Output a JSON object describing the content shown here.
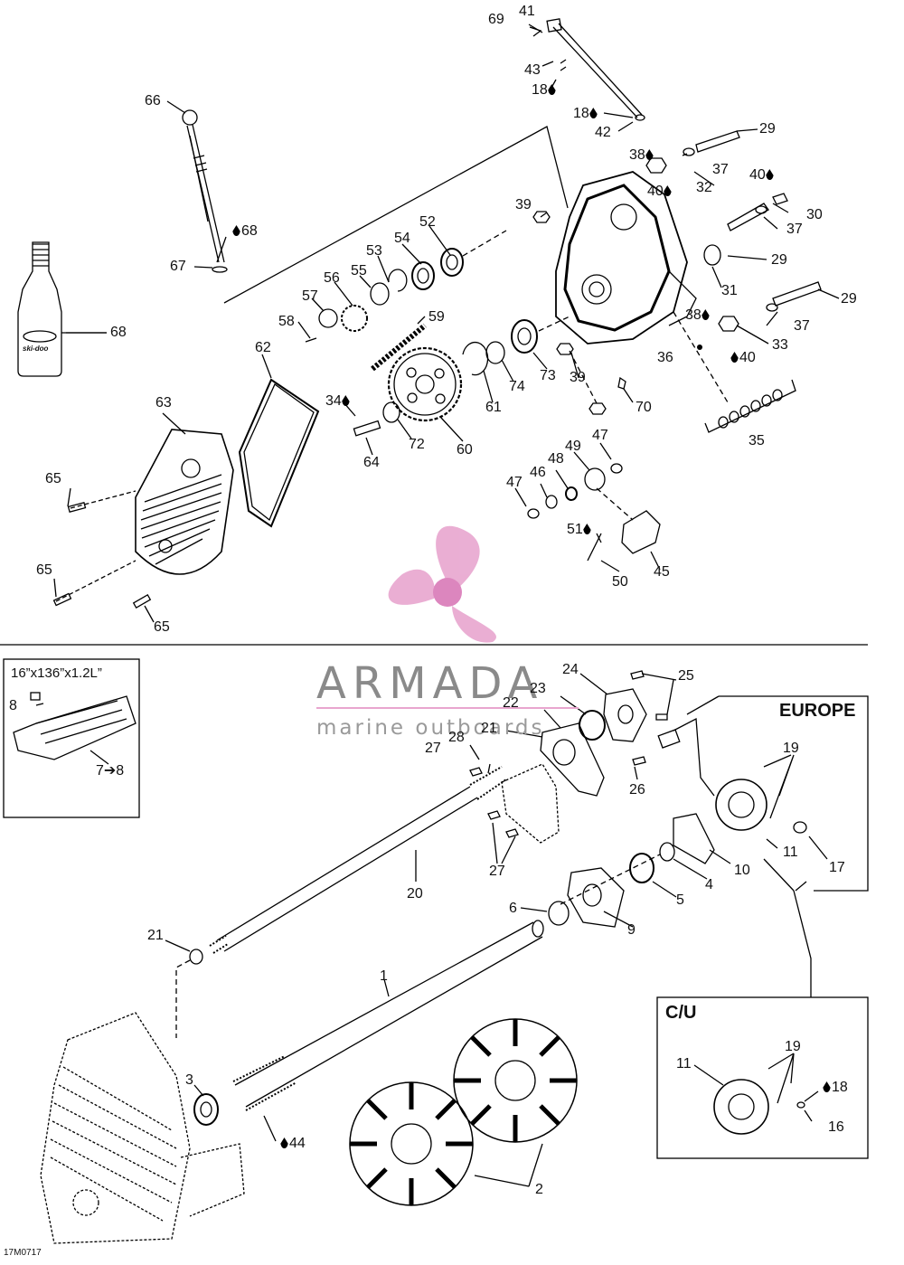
{
  "labels": {
    "l69": "69",
    "l41": "41",
    "l43": "43",
    "l18a": "18",
    "l18b": "18",
    "l42": "42",
    "l29a": "29",
    "l38a": "38",
    "l37a": "37",
    "l40a": "40",
    "l32": "32",
    "l40b": "40",
    "l30": "30",
    "l37b": "37",
    "l29b": "29",
    "l31": "31",
    "l29c": "29",
    "l38b": "38",
    "l37c": "37",
    "l33": "33",
    "l40c": "40",
    "l35": "35",
    "l36": "36",
    "l39a": "39",
    "l39b": "39",
    "l70": "70",
    "l66": "66",
    "l68a": "68",
    "l67": "67",
    "l68b": "68",
    "l52": "52",
    "l54": "54",
    "l53": "53",
    "l56": "56",
    "l55": "55",
    "l57": "57",
    "l58": "58",
    "l59": "59",
    "l62": "62",
    "l61": "61",
    "l74": "74",
    "l73": "73",
    "l34": "34",
    "l72": "72",
    "l60": "60",
    "l64": "64",
    "l63": "63",
    "l65a": "65",
    "l65b": "65",
    "l65c": "65",
    "l47a": "47",
    "l49": "49",
    "l48": "48",
    "l46": "46",
    "l47b": "47",
    "l51": "51",
    "l50": "50",
    "l45": "45",
    "l24": "24",
    "l25": "25",
    "l23": "23",
    "l22": "22",
    "l21a": "21",
    "l28": "28",
    "l27a": "27",
    "l26": "26",
    "l27b": "27",
    "l20": "20",
    "l19a": "19",
    "l11a": "11",
    "l17": "17",
    "l10": "10",
    "l4": "4",
    "l5": "5",
    "l6": "6",
    "l9": "9",
    "l21b": "21",
    "l1": "1",
    "l3": "3",
    "l44": "44",
    "l2": "2",
    "l11b": "11",
    "l19b": "19",
    "l18c": "18",
    "l16": "16",
    "l8": "8",
    "l7to8": "7➔8"
  },
  "boxes": {
    "europe": "EUROPE",
    "cu": "C/U",
    "track_spec": "16”x136”x1.2L”"
  },
  "watermark": {
    "brand": "ARMADA",
    "tagline": "marine outboards",
    "color_primary": "#e8a6cf",
    "color_text": "#8a8a8a"
  },
  "bottle_label": "ski-doo",
  "reference": "17M0717"
}
